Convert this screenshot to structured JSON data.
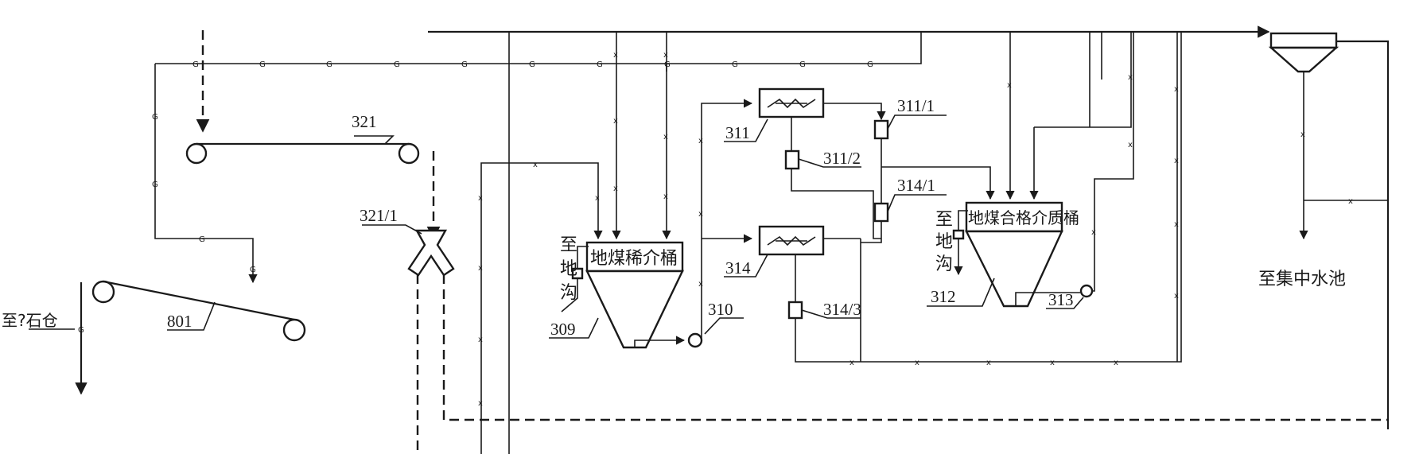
{
  "labels": {
    "eq_321": "321",
    "eq_321_1": "321/1",
    "eq_801": "801",
    "eq_309": "309",
    "eq_310": "310",
    "eq_311": "311",
    "eq_311_1": "311/1",
    "eq_311_2": "311/2",
    "eq_314": "314",
    "eq_314_1": "314/1",
    "eq_314_3": "314/3",
    "eq_312": "312",
    "eq_313": "313"
  },
  "tanks": {
    "dilute_tank": "地煤稀介桶",
    "qualified_tank": "地煤合格介质桶"
  },
  "destinations": {
    "stone_bin": "至?石仓",
    "to_drain_left": [
      "至",
      "地",
      "沟"
    ],
    "to_drain_right": [
      "至",
      "地",
      "沟"
    ],
    "central_pool": "至集中水池"
  },
  "line_marks": {
    "g": "G",
    "x": "x"
  }
}
